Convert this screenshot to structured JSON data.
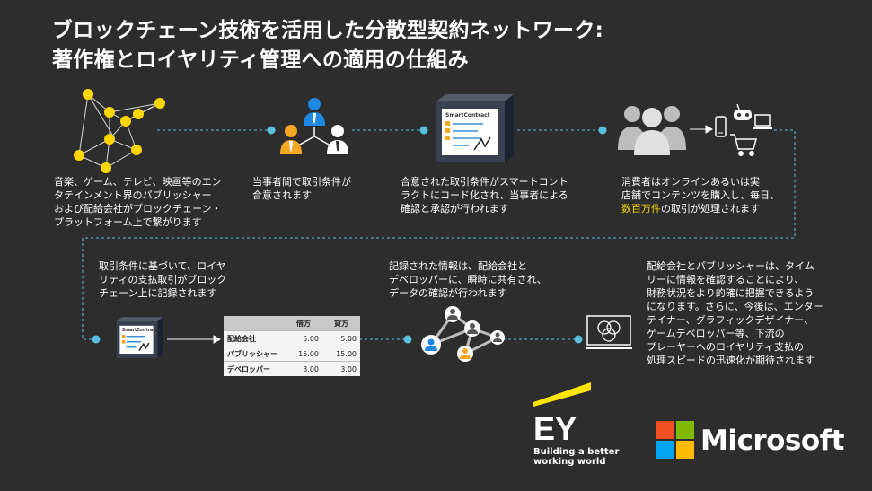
{
  "title": {
    "line1": "ブロックチェーン技術を活用した分散型契約ネットワーク:",
    "line2": "著作権とロイヤリティ管理への適用の仕組み"
  },
  "steps": [
    {
      "text_lines": [
        "音楽、ゲーム、テレビ、映画等のエン",
        "タテインメント界のパブリッシャー",
        "および配給会社がブロックチェーン・",
        "プラットフォーム上で繋がります"
      ]
    },
    {
      "text_lines": [
        "当事者間で取引条件が",
        "合意されます"
      ]
    },
    {
      "text_lines": [
        "合意された取引条件がスマートコント",
        "ラクトにコード化され、当事者による",
        "確認と承認が行われます"
      ]
    },
    {
      "text_lines": [
        "消費者はオンラインあるいは実",
        "店舗でコンテンツを購入し、毎日、"
      ],
      "highlight": "数百万件",
      "text_after": "の取引が処理されます"
    },
    {
      "text_lines": [
        "取引条件に基づいて、ロイヤ",
        "リティの支払取引がブロック",
        "チェーン上に記録されます"
      ]
    },
    {
      "text_lines": [
        "記録された情報は、配給会社と",
        "デベロッパーに、瞬時に共有され、",
        "データの確認が行われます"
      ]
    },
    {
      "text_lines": [
        "配給会社とパブリッシャーは、タイム",
        "リーに情報を確認することにより、",
        "財務状況をより的確に把握できるよう",
        "になります。さらに、今後は、エンター",
        "テイナー、グラフィックデザイナー、",
        "ゲームデベロッパー等、下流の",
        "プレーヤーへのロイヤリティ支払の",
        "処理スピードの迅速化が期待されます"
      ]
    }
  ],
  "smart_contract_label": "SmartContract",
  "ledger": {
    "headers": [
      "",
      "借方",
      "貸方"
    ],
    "rows": [
      [
        "配給会社",
        "5.00",
        "5.00"
      ],
      [
        "パブリッシャー",
        "15.00",
        "15.00"
      ],
      [
        "デベロッパー",
        "3.00",
        "3.00"
      ]
    ]
  },
  "logos": {
    "ey_name": "EY",
    "ey_tagline_1": "Building a better",
    "ey_tagline_2": "working world",
    "ms_name": "Microsoft"
  },
  "colors": {
    "background": "#2d2d2d",
    "network_node": "#ffd700",
    "connector": "#5bc0de",
    "highlight": "#ffd700",
    "ms_red": "#f25022",
    "ms_green": "#7fba00",
    "ms_blue": "#00a4ef",
    "ms_yellow": "#ffb900"
  }
}
